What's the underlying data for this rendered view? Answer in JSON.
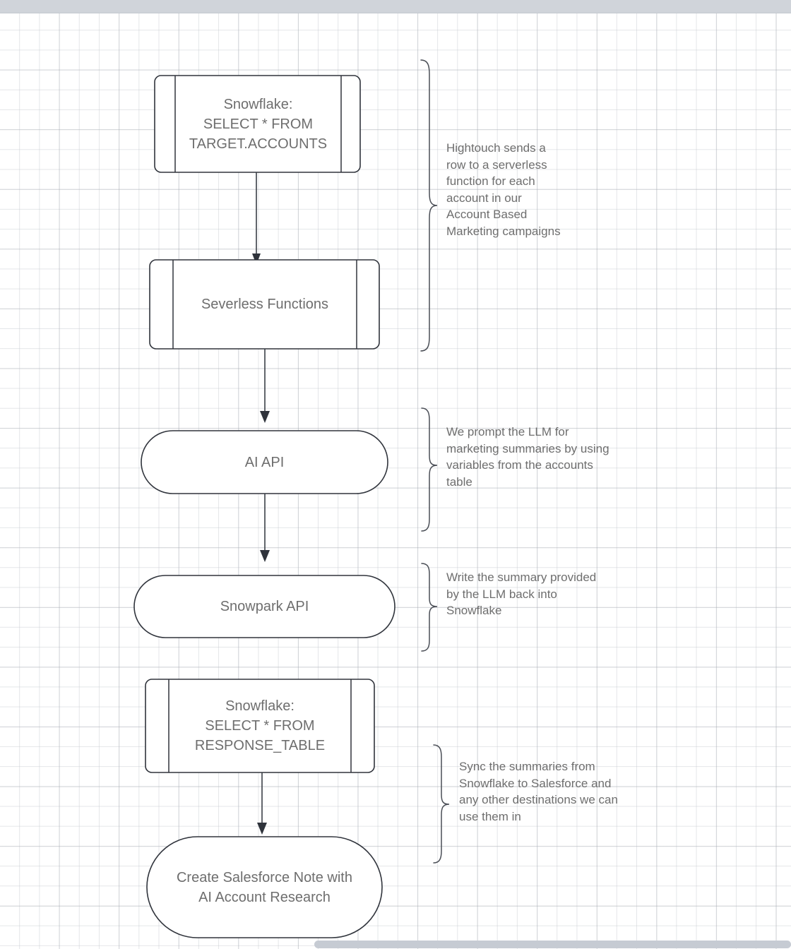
{
  "app": {
    "background": "#ffffff",
    "grid_color": "#c4c8ce",
    "top_bar_color": "#d0d4da",
    "node_stroke": "#30343c",
    "text_color": "#6e6e6e"
  },
  "diagram": {
    "type": "flowchart",
    "direction": "top-to-bottom",
    "nodes": [
      {
        "id": "snowflake-source",
        "shape": "predefined-process",
        "label": "Snowflake:\nSELECT * FROM\nTARGET.ACCOUNTS"
      },
      {
        "id": "serverless-functions",
        "shape": "predefined-process",
        "label": "Severless Functions"
      },
      {
        "id": "ai-api",
        "shape": "stadium",
        "label": "AI API"
      },
      {
        "id": "snowpark-api",
        "shape": "stadium",
        "label": "Snowpark API"
      },
      {
        "id": "snowflake-response",
        "shape": "predefined-process",
        "label": "Snowflake:\nSELECT * FROM\nRESPONSE_TABLE"
      },
      {
        "id": "salesforce-note",
        "shape": "stadium",
        "label": "Create Salesforce Note with\nAI Account Research"
      }
    ],
    "edges": [
      {
        "from": "snowflake-source",
        "to": "serverless-functions"
      },
      {
        "from": "serverless-functions",
        "to": "ai-api"
      },
      {
        "from": "ai-api",
        "to": "snowpark-api"
      },
      {
        "from": "snowflake-response",
        "to": "salesforce-note"
      }
    ],
    "annotations": [
      {
        "id": "annotation-hightouch",
        "text": "Hightouch sends a\nrow to a serverless\nfunction for each\naccount in our\nAccount Based\nMarketing campaigns",
        "covers": [
          "snowflake-source",
          "serverless-functions"
        ]
      },
      {
        "id": "annotation-prompt",
        "text": "We prompt the LLM for\nmarketing summaries by using\nvariables from the accounts\ntable",
        "covers": [
          "ai-api"
        ]
      },
      {
        "id": "annotation-writeback",
        "text": "Write the summary provided\nby the LLM back into\nSnowflake",
        "covers": [
          "snowpark-api"
        ]
      },
      {
        "id": "annotation-sync",
        "text": "Sync the summaries from\nSnowflake to Salesforce and\nany other destinations we can\nuse them in",
        "covers": [
          "snowflake-response",
          "salesforce-note"
        ]
      }
    ]
  }
}
